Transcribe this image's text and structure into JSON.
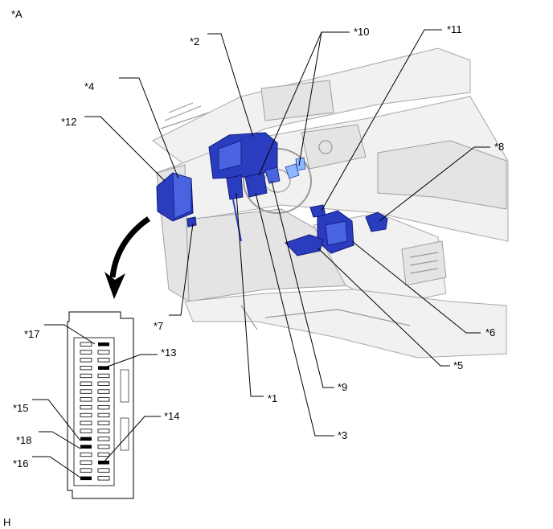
{
  "figure": {
    "view_label": "*A",
    "footer_code": "H"
  },
  "callouts": {
    "c1": "*1",
    "c2": "*2",
    "c3": "*3",
    "c4": "*4",
    "c5": "*5",
    "c6": "*6",
    "c7": "*7",
    "c8": "*8",
    "c9": "*9",
    "c10": "*10",
    "c11": "*11",
    "c12": "*12",
    "c13": "*13",
    "c14": "*14",
    "c15": "*15",
    "c16": "*16",
    "c17": "*17",
    "c18": "*18"
  },
  "colors": {
    "highlight": "#2b3dbf",
    "line": "#000000",
    "interior": "#f1f1f1"
  }
}
